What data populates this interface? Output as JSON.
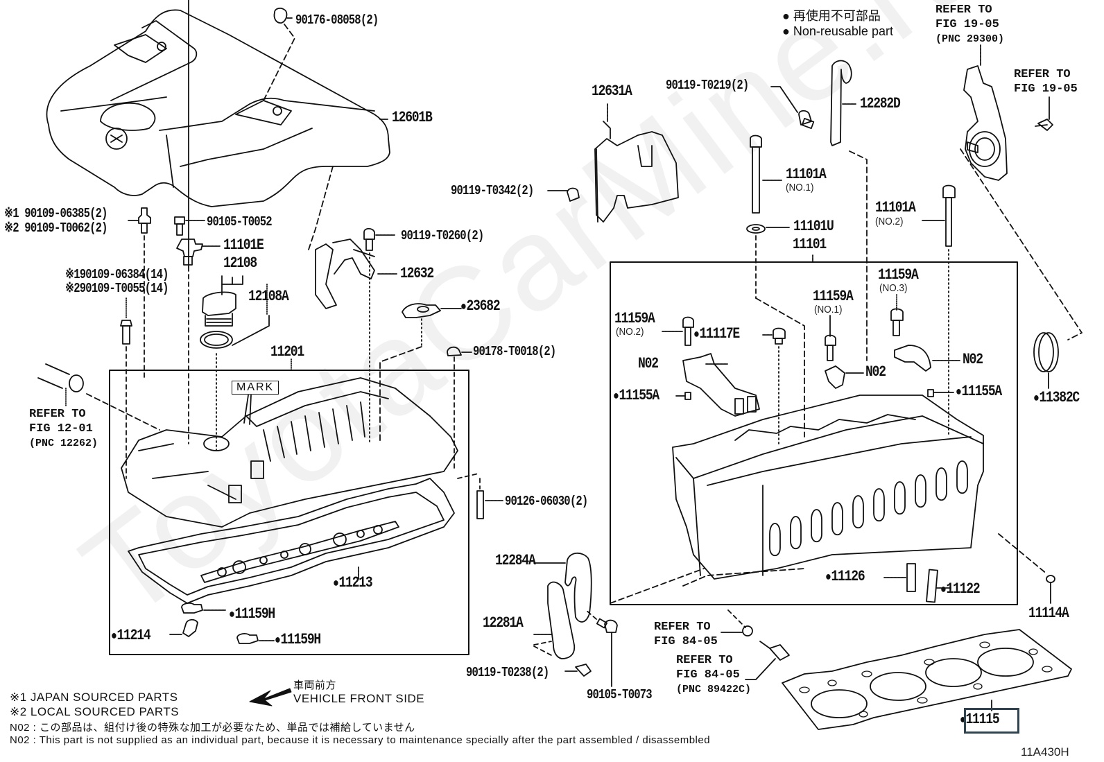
{
  "diagram": {
    "figure_id": "11A430H",
    "watermark": "ToyotaCarMine.ru",
    "legend": {
      "non_reusable_jp": "再使用不可部品",
      "non_reusable_en": "Non-reusable part"
    },
    "direction": {
      "jp": "車両前方",
      "en": "VEHICLE FRONT SIDE"
    },
    "notes": [
      "※1 JAPAN SOURCED PARTS",
      "※2 LOCAL SOURCED PARTS",
      "N02 : この部品は、組付け後の特殊な加工が必要なため、単品では補給していません",
      "N02 : This part is not supplied as an individual part, because it is necessary to maintenance specially after the part assembled / disassembled"
    ],
    "mark_label": "MARK",
    "highlighted_part": "11115",
    "parts": {
      "p90176": "90176-08058(2)",
      "p12601B": "12601B",
      "p90109a1": "※1 90109-06385(2)",
      "p90109a2": "※2 90109-T0062(2)",
      "p90105T0052": "90105-T0052",
      "p11101E": "11101E",
      "p12108": "12108",
      "p12108A": "12108A",
      "p90109b1": "※190109-06384(14)",
      "p90109b2": "※290109-T0055(14)",
      "p90119T0260": "90119-T0260(2)",
      "p12632": "12632",
      "p23682": "23682",
      "p90178": "90178-T0018(2)",
      "p11201": "11201",
      "p90126": "90126-06030(2)",
      "p11213": "11213",
      "p11159H_1": "11159H",
      "p11159H_2": "11159H",
      "p11214": "11214",
      "p12631A": "12631A",
      "p90119T0342": "90119-T0342(2)",
      "p90119T0219": "90119-T0219(2)",
      "p12282D": "12282D",
      "p11101A_1": "11101A",
      "p11101A_1_sub": "(NO.1)",
      "p11101U": "11101U",
      "p11101": "11101",
      "p11101A_2": "11101A",
      "p11101A_2_sub": "(NO.2)",
      "p11159A_3": "11159A",
      "p11159A_3_sub": "(NO.3)",
      "p11159A_1": "11159A",
      "p11159A_1_sub": "(NO.1)",
      "p11159A_2": "11159A",
      "p11159A_2_sub": "(NO.2)",
      "p11117E": "11117E",
      "pN02_1": "N02",
      "pN02_2": "N02",
      "pN02_3": "N02",
      "p11155A_1": "11155A",
      "p11155A_2": "11155A",
      "p11382C": "11382C",
      "p11126": "11126",
      "p11122": "11122",
      "p11114A": "11114A",
      "p11115": "11115",
      "p12284A": "12284A",
      "p12281A": "12281A",
      "p90119T0238": "90119-T0238(2)",
      "p90105T0073": "90105-T0073"
    },
    "references": {
      "fig1201": [
        "REFER TO",
        "FIG 12-01",
        "(PNC 12262)"
      ],
      "fig1905a": [
        "REFER TO",
        "FIG 19-05",
        "(PNC 29300)"
      ],
      "fig1905b": [
        "REFER TO",
        "FIG 19-05"
      ],
      "fig8405a": [
        "REFER TO",
        "FIG 84-05"
      ],
      "fig8405b": [
        "REFER TO",
        "FIG 84-05",
        "(PNC 89422C)"
      ]
    }
  }
}
